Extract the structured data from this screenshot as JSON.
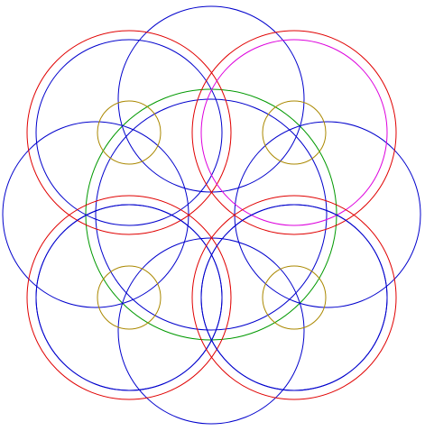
{
  "diagram": {
    "background": "#ffffff",
    "colors": {
      "red": "#e00000",
      "blue": "#0000cc",
      "green": "#009900",
      "magenta": "#dd00dd",
      "olive": "#aa8800"
    },
    "circles": [
      {
        "name": "center-green-circle",
        "color": "green"
      },
      {
        "name": "center-blue-circle",
        "color": "blue"
      },
      {
        "name": "outer-top-blue-circle",
        "color": "blue"
      },
      {
        "name": "outer-bottom-blue-circle",
        "color": "blue"
      },
      {
        "name": "outer-upper-left-blue-circle",
        "color": "blue"
      },
      {
        "name": "outer-upper-right-blue-circle",
        "color": "blue"
      },
      {
        "name": "outer-lower-left-blue-circle",
        "color": "blue"
      },
      {
        "name": "outer-lower-right-blue-circle",
        "color": "blue"
      },
      {
        "name": "upper-left-red-circle",
        "color": "red"
      },
      {
        "name": "upper-left-inner-blue-circle",
        "color": "blue"
      },
      {
        "name": "upper-right-red-circle",
        "color": "red"
      },
      {
        "name": "upper-right-magenta-circle",
        "color": "magenta"
      },
      {
        "name": "lower-left-red-circle",
        "color": "red"
      },
      {
        "name": "lower-left-inner-blue-circle",
        "color": "blue"
      },
      {
        "name": "lower-right-red-circle",
        "color": "red"
      },
      {
        "name": "lower-right-inner-blue-circle",
        "color": "blue"
      },
      {
        "name": "small-upper-left-olive-circle",
        "color": "olive"
      },
      {
        "name": "small-upper-right-olive-circle",
        "color": "olive"
      },
      {
        "name": "small-lower-left-olive-circle",
        "color": "olive"
      },
      {
        "name": "small-lower-right-olive-circle",
        "color": "olive"
      }
    ]
  }
}
